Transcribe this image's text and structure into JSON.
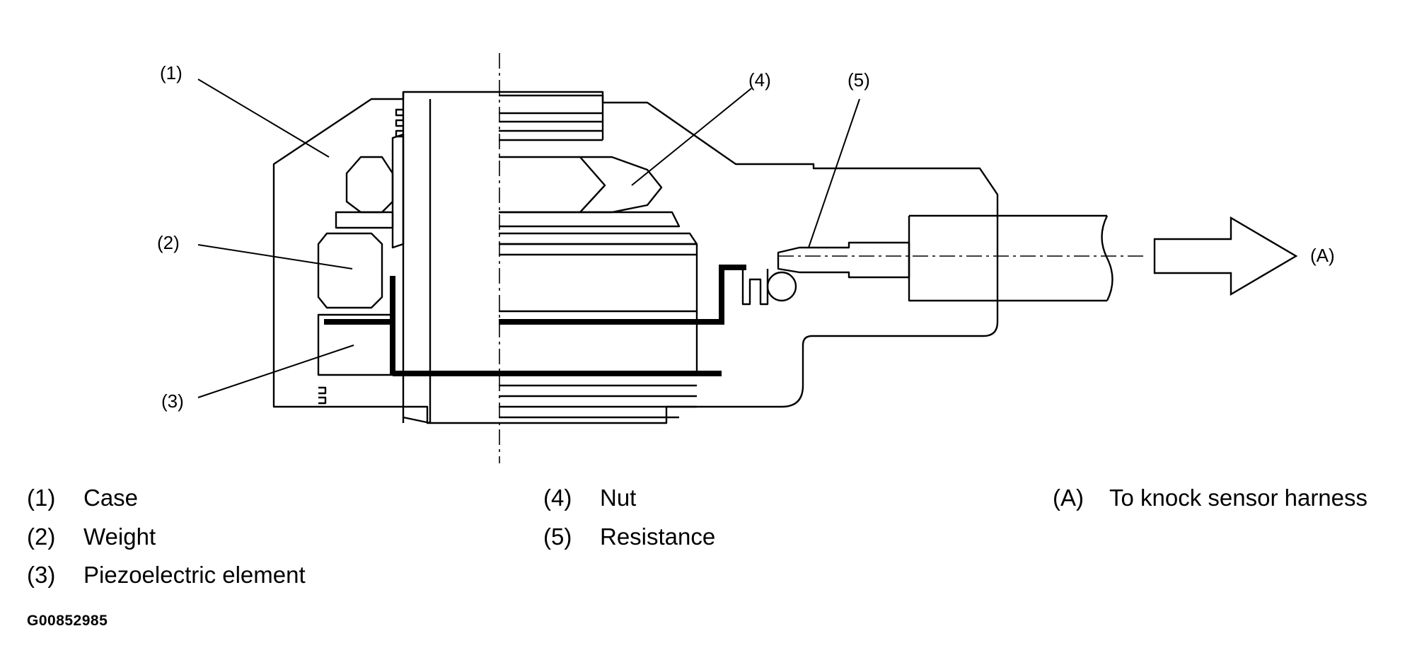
{
  "callouts": {
    "c1": "(1)",
    "c2": "(2)",
    "c3": "(3)",
    "c4": "(4)",
    "c5": "(5)",
    "cA": "(A)"
  },
  "legend": {
    "col1": [
      {
        "num": "(1)",
        "label": "Case"
      },
      {
        "num": "(2)",
        "label": "Weight"
      },
      {
        "num": "(3)",
        "label": "Piezoelectric element"
      }
    ],
    "col2": [
      {
        "num": "(4)",
        "label": "Nut"
      },
      {
        "num": "(5)",
        "label": "Resistance"
      }
    ],
    "col3": [
      {
        "num": "(A)",
        "label": "To knock sensor harness"
      }
    ]
  },
  "figure_id": "G00852985"
}
